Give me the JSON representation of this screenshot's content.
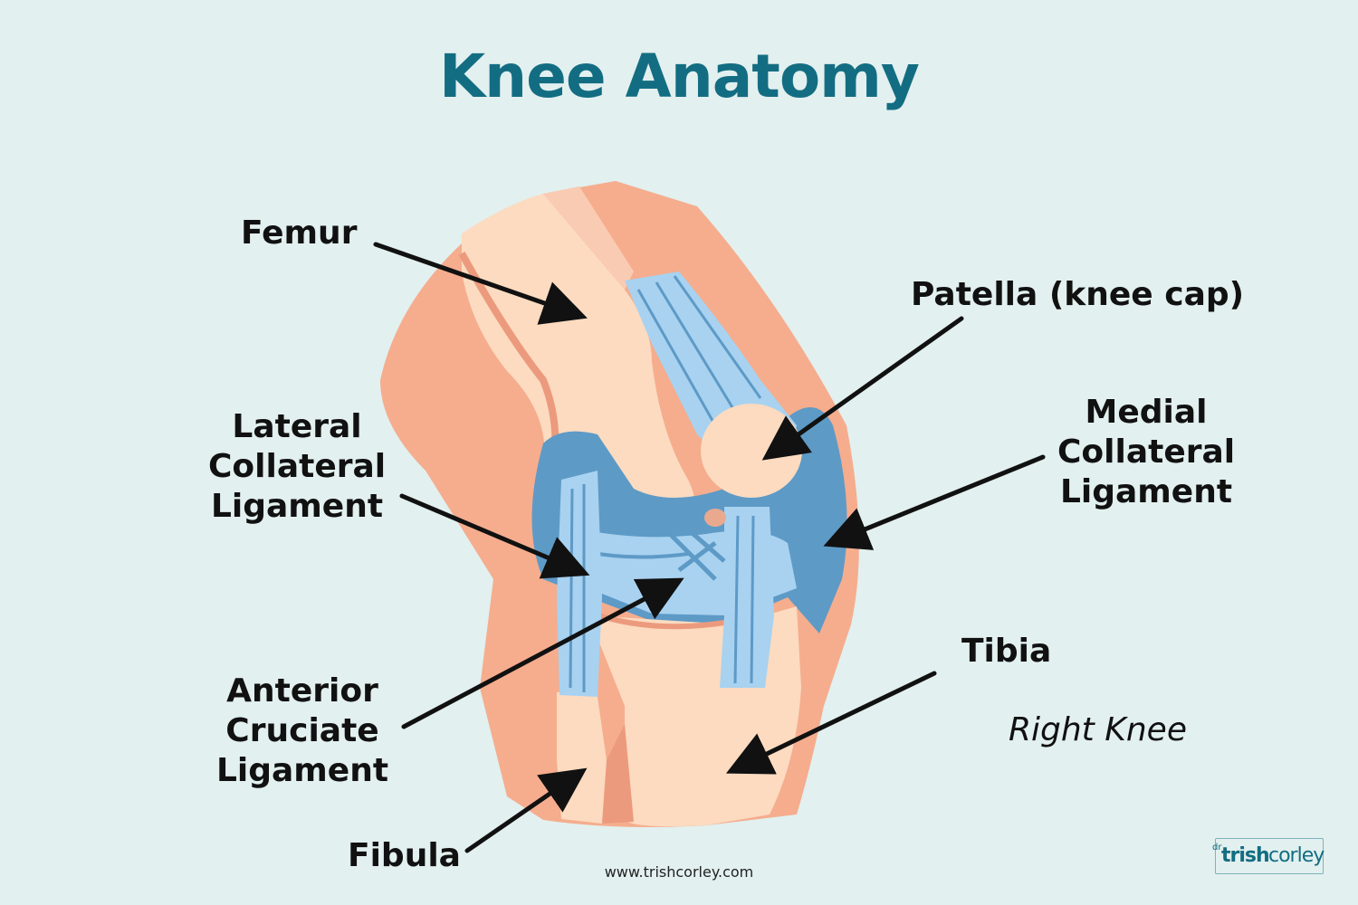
{
  "title": "Knee Anatomy",
  "labels": {
    "femur": "Femur",
    "patella": "Patella (knee cap)",
    "lcl": [
      "Lateral",
      "Collateral",
      "Ligament"
    ],
    "mcl": [
      "Medial",
      "Collateral",
      "Ligament"
    ],
    "acl": [
      "Anterior",
      "Cruciate",
      "Ligament"
    ],
    "tibia": "Tibia",
    "fibula": "Fibula"
  },
  "caption": "Right Knee",
  "website": "www.trishcorley.com",
  "logo": {
    "prefix": "dr",
    "bold": "trish",
    "light": "corley"
  },
  "colors": {
    "background": "#e2f0ef",
    "title": "#136d82",
    "skin_dark": "#f5ad8e",
    "bone": "#fcdbc0",
    "ligament_light": "#a8d2f0",
    "ligament_dark": "#5e9ac6"
  }
}
